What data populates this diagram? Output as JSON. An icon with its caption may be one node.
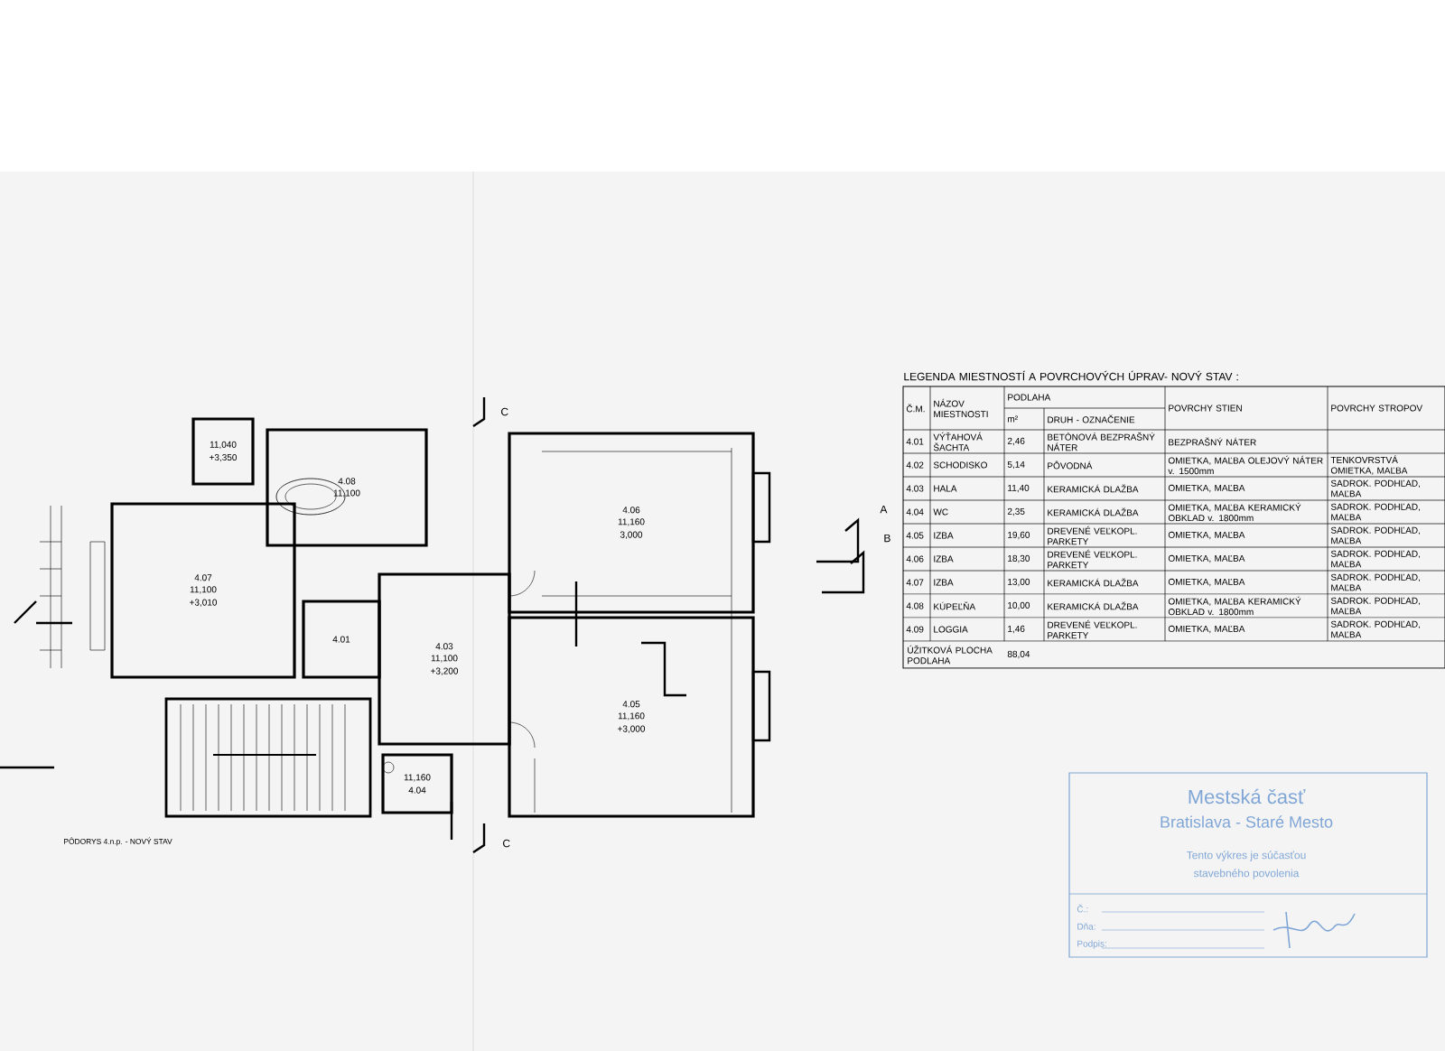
{
  "diagram": {
    "caption": "PÔDORYS 4.n.p. - NOVÝ STAV",
    "nodes": [
      {
        "text": [
          "11,040",
          "+3,350"
        ]
      },
      {
        "text": [
          "4.08",
          "11,100"
        ]
      },
      {
        "text": [
          "4.07",
          "11,100",
          "+3,010"
        ]
      },
      {
        "text": [
          "4.01"
        ]
      },
      {
        "text": [
          "4.03",
          "11,100",
          "+3,200"
        ]
      },
      {
        "text": [
          "11,160",
          "4.04"
        ]
      },
      {
        "text": [
          "4.06",
          "11,160",
          "3,000"
        ]
      },
      {
        "text": [
          "4.05",
          "11,160",
          "+3,000"
        ]
      }
    ],
    "labels": [
      "LEGENDA MIESTNOSTÍ A POVRCHOVÝCH ÚPRAV- NOVÝ STAV :",
      "Č.M.",
      "NÁZOV MIESTNOSTI",
      "PODLAHA",
      "POVRCHY STIEN",
      "POVRCHY STROPOV",
      "m²",
      "DRUH - OZNAČENIE",
      "4.01",
      "VÝŤAHOVÁ ŠACHTA",
      "2,46",
      "BETÓNOVÁ BEZPRAŠNÝ NÁTER",
      "BEZPRAŠNÝ NÁTER",
      "4.02",
      "SCHODISKO",
      "5,14",
      "PÔVODNÁ",
      "OMIETKA, MAĽBA OLEJOVÝ NÁTER v. 1500mm",
      "TENKOVRSTVÁ OMIETKA, MAĽBA",
      "4.03",
      "HALA",
      "11,40",
      "KERAMICKÁ DLAŽBA",
      "OMIETKA, MAĽBA",
      "SADROK. PODHĽAD, MAĽBA",
      "4.04",
      "WC",
      "2,35",
      "KERAMICKÁ DLAŽBA",
      "OMIETKA, MAĽBA KERAMICKÝ OBKLAD v. 1800mm",
      "SADROK. PODHĽAD, MAĽBA",
      "4.05",
      "IZBA",
      "19,60",
      "DREVENÉ VEĽKOPL. PARKETY",
      "OMIETKA, MAĽBA",
      "SADROK. PODHĽAD, MAĽBA",
      "4.06",
      "IZBA",
      "18,30",
      "DREVENÉ VEĽKOPL. PARKETY",
      "OMIETKA, MAĽBA",
      "SADROK. PODHĽAD, MAĽBA",
      "4.07",
      "IZBA",
      "13,00",
      "KERAMICKÁ DLAŽBA",
      "OMIETKA, MAĽBA",
      "SADROK. PODHĽAD, MAĽBA",
      "4.08",
      "KÚPEĽŇA",
      "10,00",
      "KERAMICKÁ DLAŽBA",
      "OMIETKA, MAĽBA KERAMICKÝ OBKLAD v. 1800mm",
      "SADROK. PODHĽAD, MAĽBA",
      "4.09",
      "LOGGIA",
      "1,46",
      "DREVENÉ VEĽKOPL. PARKETY",
      "OMIETKA, MAĽBA",
      "SADROK. PODHĽAD, MAĽBA",
      "ÚŽITKOVÁ PLOCHA PODLAHA",
      "88,04",
      "A",
      "B",
      "C",
      "C",
      "Mestská časť",
      "Bratislava - Staré Mesto",
      "Tento výkres je súčasťou",
      "stavebného povolenia",
      "Č.:",
      "Dňa:",
      "Podpis:"
    ]
  }
}
